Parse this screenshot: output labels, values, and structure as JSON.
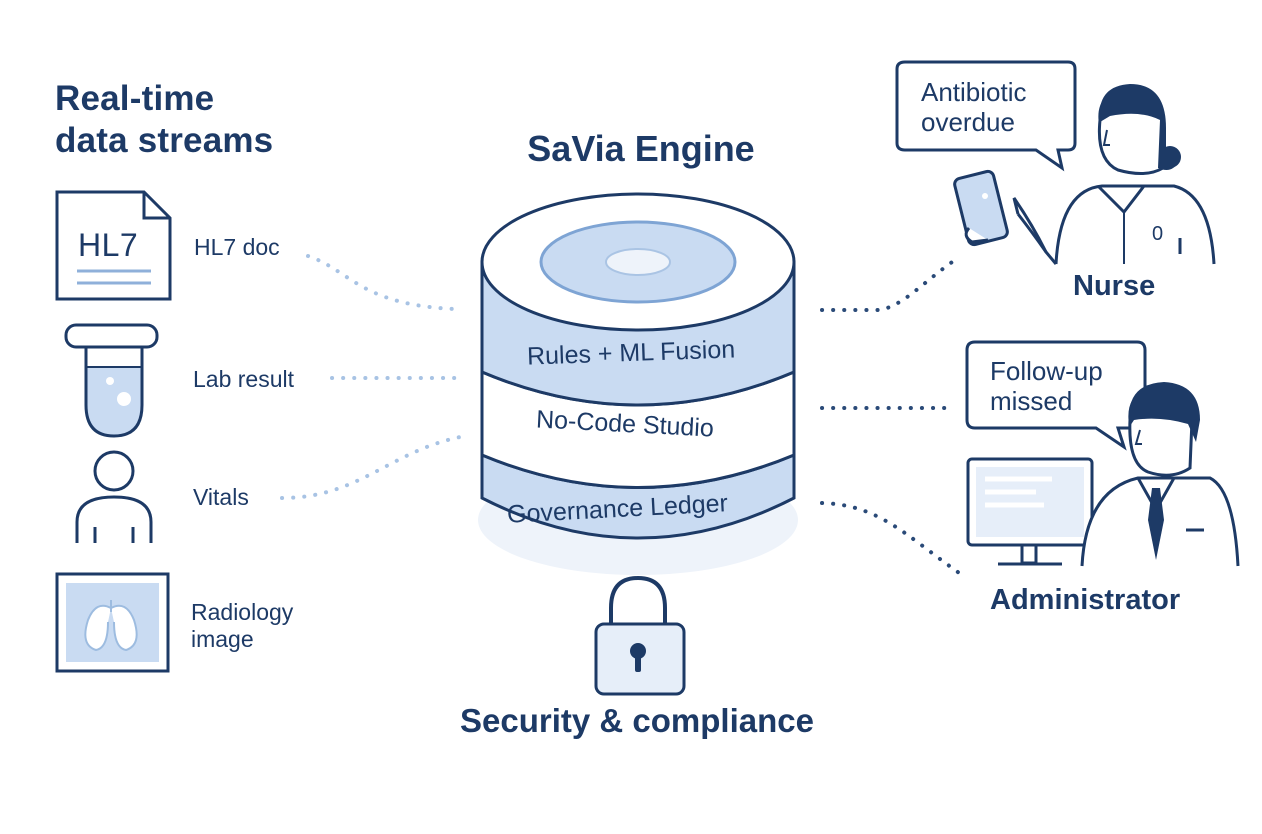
{
  "left_title": [
    "Real-time",
    "data streams"
  ],
  "engine": {
    "title": "SaVia Engine",
    "layers": [
      "Rules + ML Fusion",
      "No-Code Studio",
      "Governance Ledger"
    ]
  },
  "sources": {
    "hl7_doc": {
      "icon_text": "HL7",
      "label": "HL7 doc"
    },
    "lab_result": {
      "label": "Lab result"
    },
    "vitals": {
      "label": "Vitals"
    },
    "radiology": {
      "label_line1": "Radiology",
      "label_line2": "image"
    }
  },
  "security": {
    "label": "Security & compliance"
  },
  "roles": {
    "nurse": {
      "label": "Nurse",
      "alert_line1": "Antibiotic",
      "alert_line2": "overdue"
    },
    "administrator": {
      "label": "Administrator",
      "alert_line1": "Follow-up",
      "alert_line2": "missed"
    }
  },
  "colors": {
    "navy": "#1d3a66",
    "light_blue": "#c9dbf2",
    "pale_blue": "#e6eef9",
    "dot_blue": "#9dbce0"
  },
  "icons": [
    "document-icon",
    "test-tube-icon",
    "person-icon",
    "xray-icon",
    "database-icon",
    "lock-icon",
    "speech-bubble-icon",
    "smartphone-icon",
    "monitor-icon"
  ]
}
